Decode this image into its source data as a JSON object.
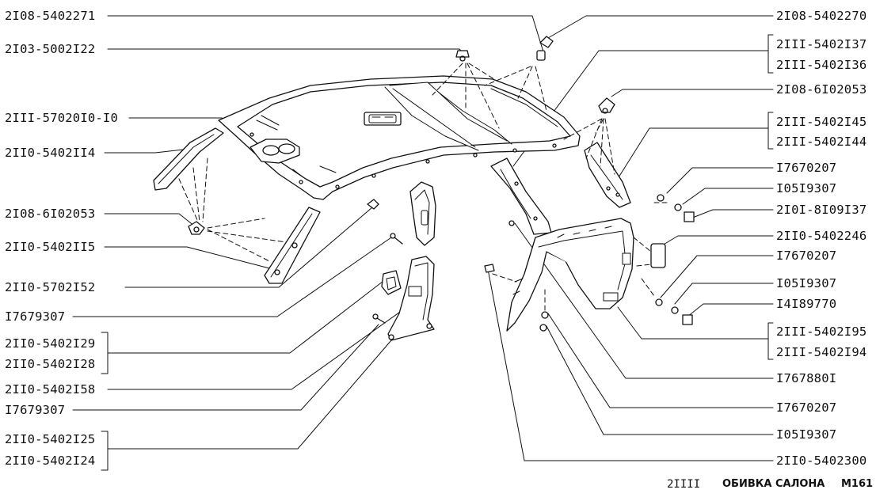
{
  "labels_left": [
    "2I08-5402271",
    "2I03-5002I22",
    "2III-57020I0-I0",
    "2II0-5402II4",
    "2I08-6I02053",
    "2II0-5402II5",
    "2II0-5702I52",
    "I7679307",
    "2II0-5402I29",
    "2II0-5402I28",
    "2II0-5402I58",
    "I7679307",
    "2II0-5402I25",
    "2II0-5402I24"
  ],
  "labels_right": [
    "2I08-5402270",
    "2III-5402I37",
    "2III-5402I36",
    "2I08-6I02053",
    "2III-5402I45",
    "2III-5402I44",
    "I7670207",
    "I05I9307",
    "2I0I-8I09I37",
    "2II0-5402246",
    "I7670207",
    "I05I9307",
    "I4I89770",
    "2III-5402I95",
    "2III-5402I94",
    "I767880I",
    "I7670207",
    "I05I9307",
    "2II0-5402300"
  ],
  "footer": {
    "model": "2IIII",
    "title": "ОБИВКА САЛОНА",
    "code": "М161"
  }
}
